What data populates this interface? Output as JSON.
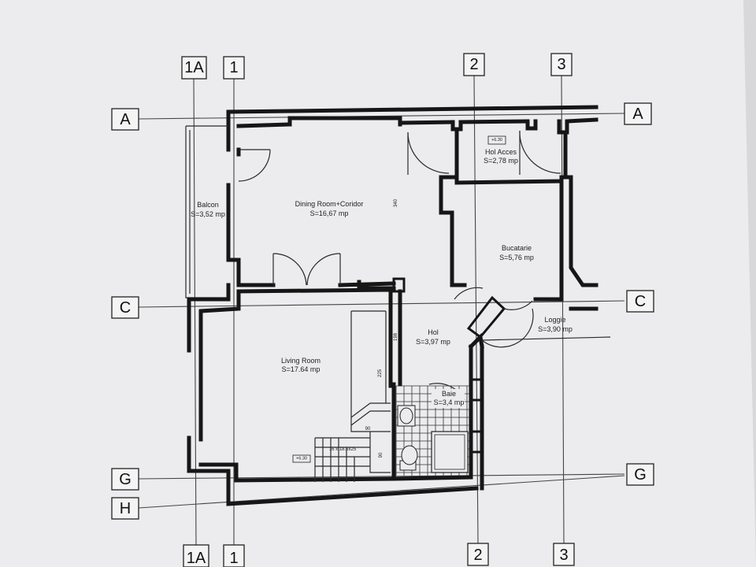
{
  "axes": {
    "vertical": [
      "1A",
      "1",
      "2",
      "3"
    ],
    "horizontal": [
      "A",
      "C",
      "G",
      "H"
    ]
  },
  "rooms": [
    {
      "name": "Balcon",
      "area": "S=3,52 mp"
    },
    {
      "name": "Dining Room+Coridor",
      "area": "S=16,67 mp"
    },
    {
      "name": "Hol Acces",
      "area": "S=2,78 mp"
    },
    {
      "name": "Bucatarie",
      "area": "S=5,76 mp"
    },
    {
      "name": "Loggie",
      "area": "S=3,90 mp"
    },
    {
      "name": "Hol",
      "area": "S=3,97 mp"
    },
    {
      "name": "Living Room",
      "area": "S=17.64 mp"
    },
    {
      "name": "Baie",
      "area": "S=3,4 mp"
    }
  ],
  "dimensions": [
    "340",
    "198",
    "225",
    "90",
    "90",
    "16 x 18.5x25"
  ],
  "levels": [
    "+6.30",
    "+6.30"
  ]
}
